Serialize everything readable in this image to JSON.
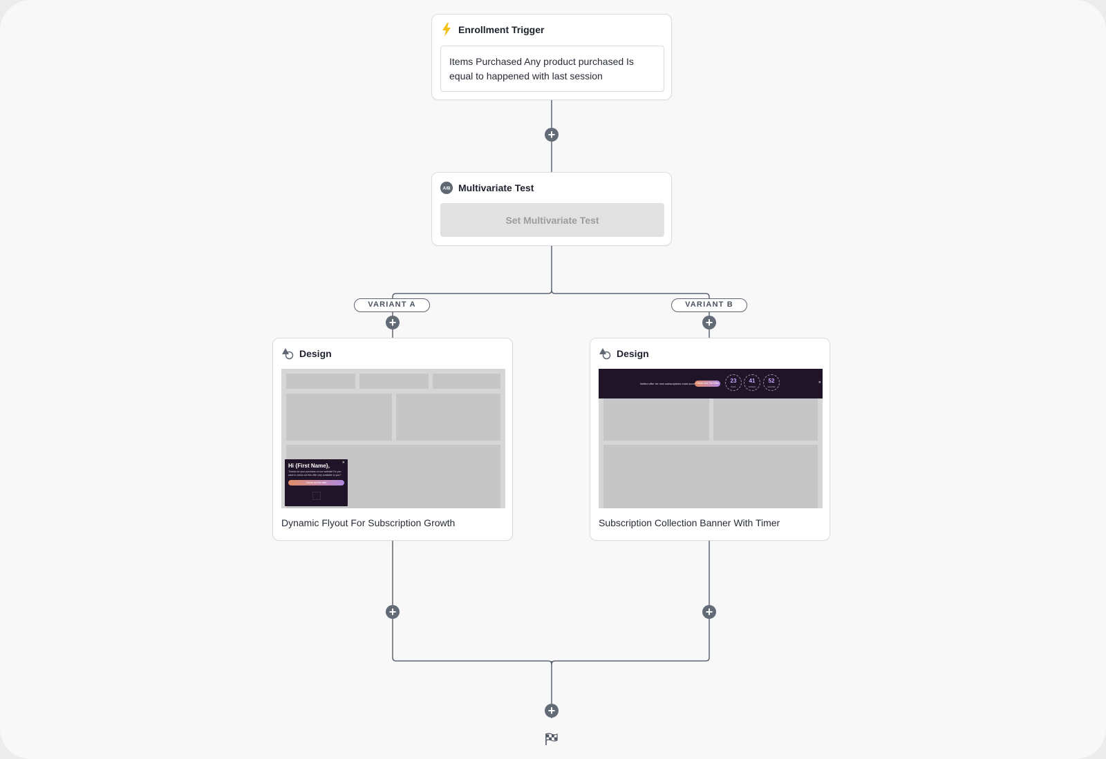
{
  "trigger": {
    "title": "Enrollment Trigger",
    "condition": "Items Purchased Any product purchased Is equal to happened with last session",
    "icon": "lightning-bolt-icon",
    "icon_color": "#f2c21b"
  },
  "multivariate": {
    "title": "Multivariate Test",
    "icon": "ab-test-icon",
    "icon_badge": "A/B",
    "button_label": "Set Multivariate Test"
  },
  "variants": [
    {
      "label": "VARIANT A",
      "design": {
        "header": "Design",
        "icon": "shapes-icon",
        "title": "Dynamic Flyout For Subscription Growth",
        "preview": {
          "heading": "Hi {First Name},",
          "body": "Thanks for your purchase on our website! Do you want to check out this offer only available to you?",
          "button": "Check out the offer"
        }
      }
    },
    {
      "label": "VARIANT B",
      "design": {
        "header": "Design",
        "icon": "shapes-icon",
        "title": "Subscription Collection Banner With Timer",
        "preview": {
          "text": "limited offer for new subscriptions ends soon!",
          "button": "Check Out The Offer",
          "timer": [
            {
              "value": "23",
              "unit": "hours"
            },
            {
              "value": "41",
              "unit": "minutes"
            },
            {
              "value": "52",
              "unit": "seconds"
            }
          ]
        }
      }
    }
  ],
  "add_step_symbol": "+",
  "end_icon": "checkered-flag-icon",
  "colors": {
    "connector": "#5f6773",
    "add_button": "#636b77",
    "preview_dark": "#201428",
    "button_disabled_bg": "#e1e1e1",
    "button_disabled_text": "#9c9c9c"
  }
}
